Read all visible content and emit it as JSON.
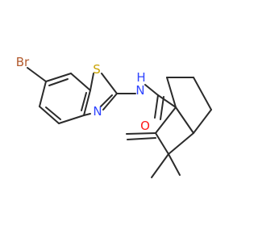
{
  "molecule": {
    "atoms": {
      "br": {
        "label": "Br",
        "color": "#b25a2d"
      },
      "s": {
        "label": "S",
        "color": "#c9a200"
      },
      "n_ring": {
        "label": "N",
        "color": "#2f45ff"
      },
      "n_amide": {
        "label": "N",
        "color": "#2f45ff"
      },
      "h_amide": {
        "label": "H",
        "color": "#2f45ff"
      },
      "o": {
        "label": "O",
        "color": "#ff1a1a"
      }
    },
    "bond_color": "#2b2b2b"
  }
}
